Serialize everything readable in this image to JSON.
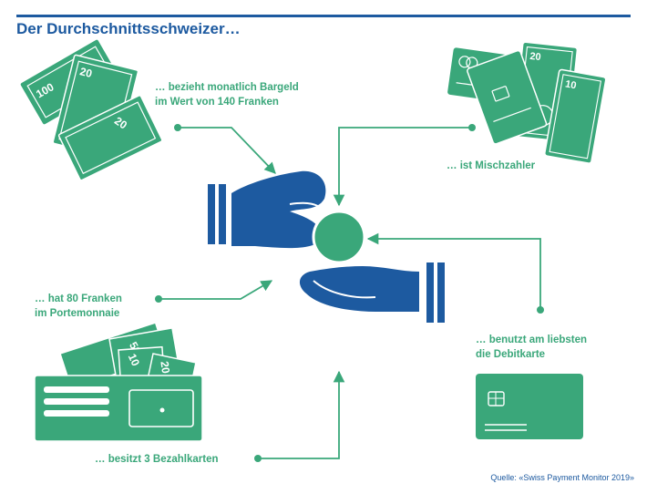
{
  "title": "Der Durchschnittsschweizer…",
  "labels": {
    "cash_line1": "… bezieht monatlich Bargeld",
    "cash_line2": "im Wert von 140 Franken",
    "mixed": "… ist Mischzahler",
    "wallet_line1": "… hat 80 Franken",
    "wallet_line2": "im Portemonnaie",
    "debit_line1": "… benutzt am liebsten",
    "debit_line2": "die Debitkarte",
    "cards": "… besitzt 3 Bezahlkarten"
  },
  "banknotes": {
    "note_a": "100",
    "note_b": "20",
    "note_c": "20"
  },
  "cards_group": {
    "card_top": "20",
    "card_right": "10"
  },
  "wallet_notes": {
    "note_a": "50",
    "note_b": "10",
    "note_c": "20"
  },
  "source": "Quelle: «Swiss Payment Monitor 2019»",
  "colors": {
    "green": "#3aa77a",
    "blue": "#1d5aa0",
    "white": "#ffffff"
  },
  "icons": [
    "banknotes-icon",
    "payment-cards-icon",
    "wallet-icon",
    "debit-card-icon",
    "hands-coin-icon"
  ]
}
